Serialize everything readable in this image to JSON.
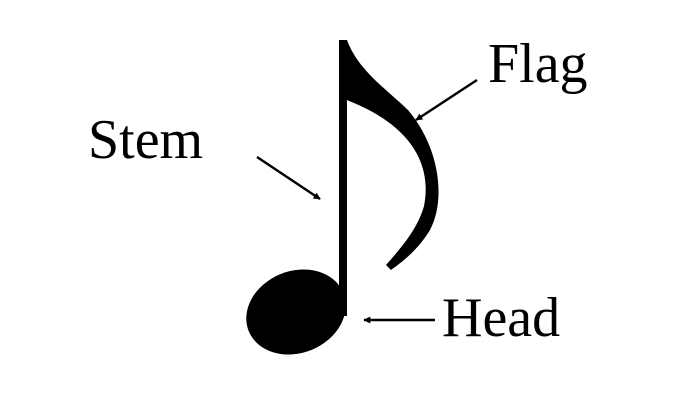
{
  "diagram": {
    "labels": {
      "stem": "Stem",
      "flag": "Flag",
      "head": "Head"
    },
    "colors": {
      "background": "#ffffff",
      "ink": "#000000"
    }
  }
}
